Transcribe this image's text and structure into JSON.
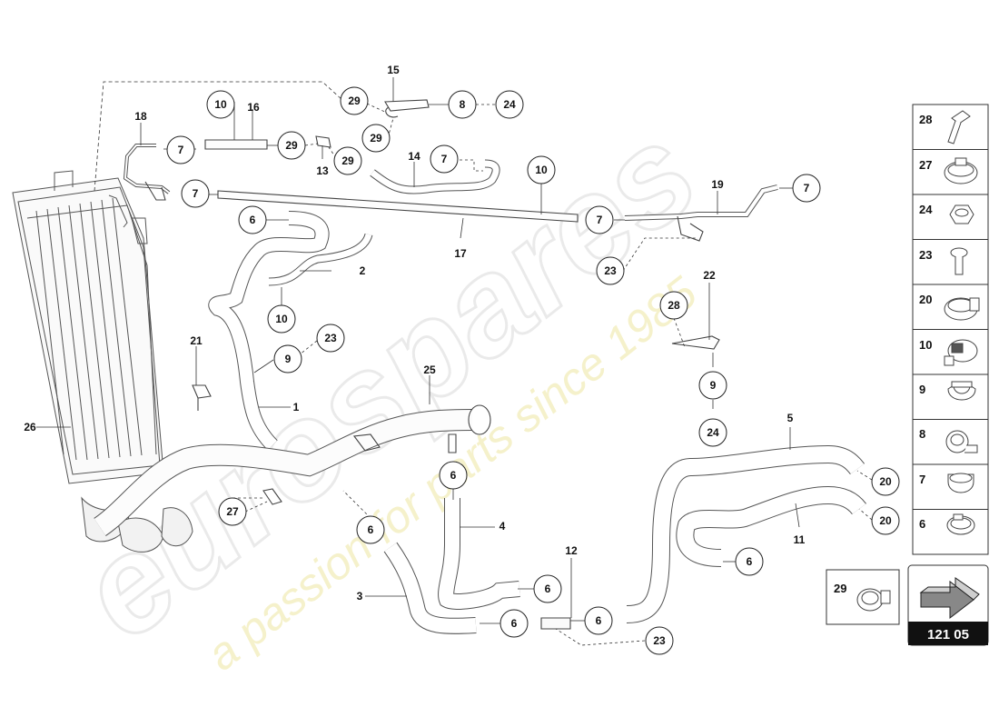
{
  "watermark": {
    "brand": "eurospares",
    "tagline": "a passion for parts since 1985"
  },
  "part_labels": {
    "p1": "1",
    "p2": "2",
    "p3": "3",
    "p4": "4",
    "p5": "5",
    "p11": "11",
    "p12": "12",
    "p13": "13",
    "p14": "14",
    "p15": "15",
    "p16": "16",
    "p17": "17",
    "p18": "18",
    "p19": "19",
    "p21": "21",
    "p22": "22",
    "p25": "25",
    "p26": "26"
  },
  "callouts": {
    "c29a": "29",
    "c8": "8",
    "c24a": "24",
    "c10a": "10",
    "c29b": "29",
    "c29c": "29",
    "c29d": "29",
    "c7a": "7",
    "c7b": "7",
    "c7c": "7",
    "c10b": "10",
    "c7d": "7",
    "c7e": "7",
    "c6a": "6",
    "c10c": "10",
    "c23a": "23",
    "c9a": "9",
    "c23b": "23",
    "c28": "28",
    "c9b": "9",
    "c24b": "24",
    "c6b": "6",
    "c27": "27",
    "c6c": "6",
    "c6d": "6",
    "c6e": "6",
    "c6f": "6",
    "c23c": "23",
    "c6g": "6",
    "c20a": "20",
    "c20b": "20"
  },
  "legend": {
    "items": [
      "28",
      "27",
      "24",
      "23",
      "20",
      "10",
      "9",
      "8",
      "7",
      "6"
    ],
    "separate": "29"
  },
  "page_ref": "121 05"
}
